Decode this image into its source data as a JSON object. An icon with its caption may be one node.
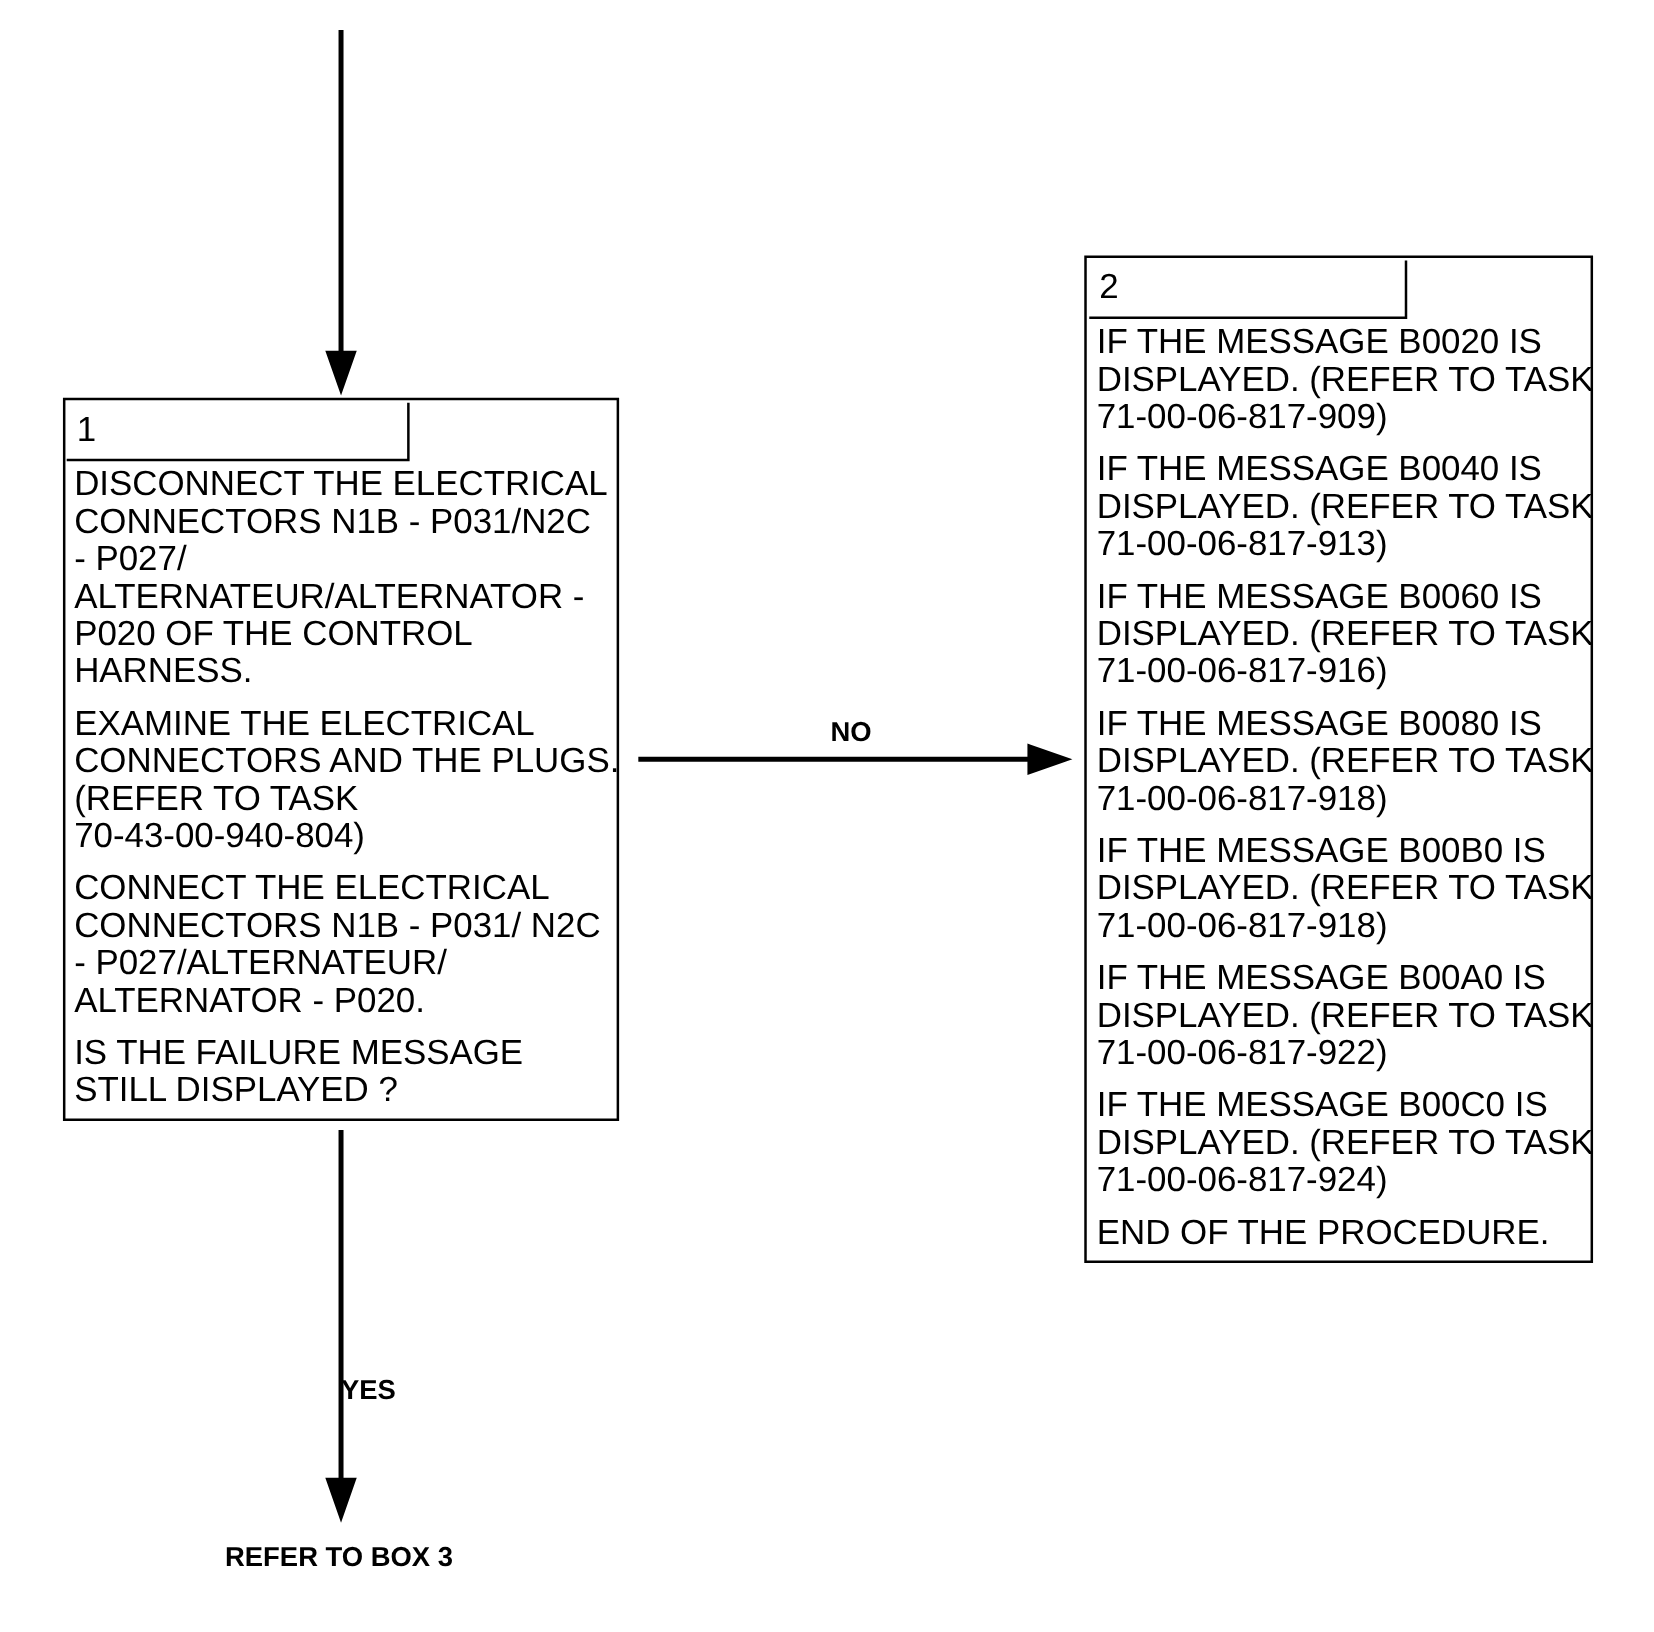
{
  "diagram": {
    "nodes": [
      {
        "text": [
          "1",
          "DISCONNECT THE ELECTRICAL CONNECTORS N1B - P031/N2C - P027/ ALTERNATEUR/ALTERNATOR - P020 OF THE CONTROL HARNESS.",
          "EXAMINE THE ELECTRICAL CONNECTORS AND THE PLUGS. (REFER TO TASK 70-43-00-940-804)",
          "CONNECT THE ELECTRICAL CONNECTORS N1B - P031/ N2C - P027/ALTERNATEUR/ ALTERNATOR - P020.",
          "IS THE FAILURE MESSAGE STILL DISPLAYED ?"
        ]
      },
      {
        "text": [
          "2",
          "IF THE MESSAGE B0020 IS DISPLAYED. (REFER TO TASK 71-00-06-817-909)",
          "IF THE MESSAGE B0040 IS DISPLAYED. (REFER TO TASK 71-00-06-817-913)",
          "IF THE MESSAGE B0060 IS DISPLAYED. (REFER TO TASK 71-00-06-817-916)",
          "IF THE MESSAGE B0080 IS DISPLAYED. (REFER TO TASK 71-00-06-817-918)",
          "IF THE MESSAGE B00B0 IS DISPLAYED. (REFER TO TASK 71-00-06-817-918)",
          "IF THE MESSAGE B00A0 IS DISPLAYED. (REFER TO TASK 71-00-06-817-922)",
          "IF THE MESSAGE B00C0 IS DISPLAYED. (REFER TO TASK 71-00-06-817-924)",
          "END OF THE PROCEDURE."
        ]
      },
      {
        "text": [
          "REFER TO BOX 3"
        ]
      }
    ],
    "edges": [
      {
        "from": null,
        "to": 0,
        "arrow": "to"
      },
      {
        "from": 0,
        "to": 1,
        "arrow": "to",
        "label": "NO"
      },
      {
        "from": 0,
        "to": 2,
        "arrow": "to",
        "label": "YES"
      }
    ]
  }
}
